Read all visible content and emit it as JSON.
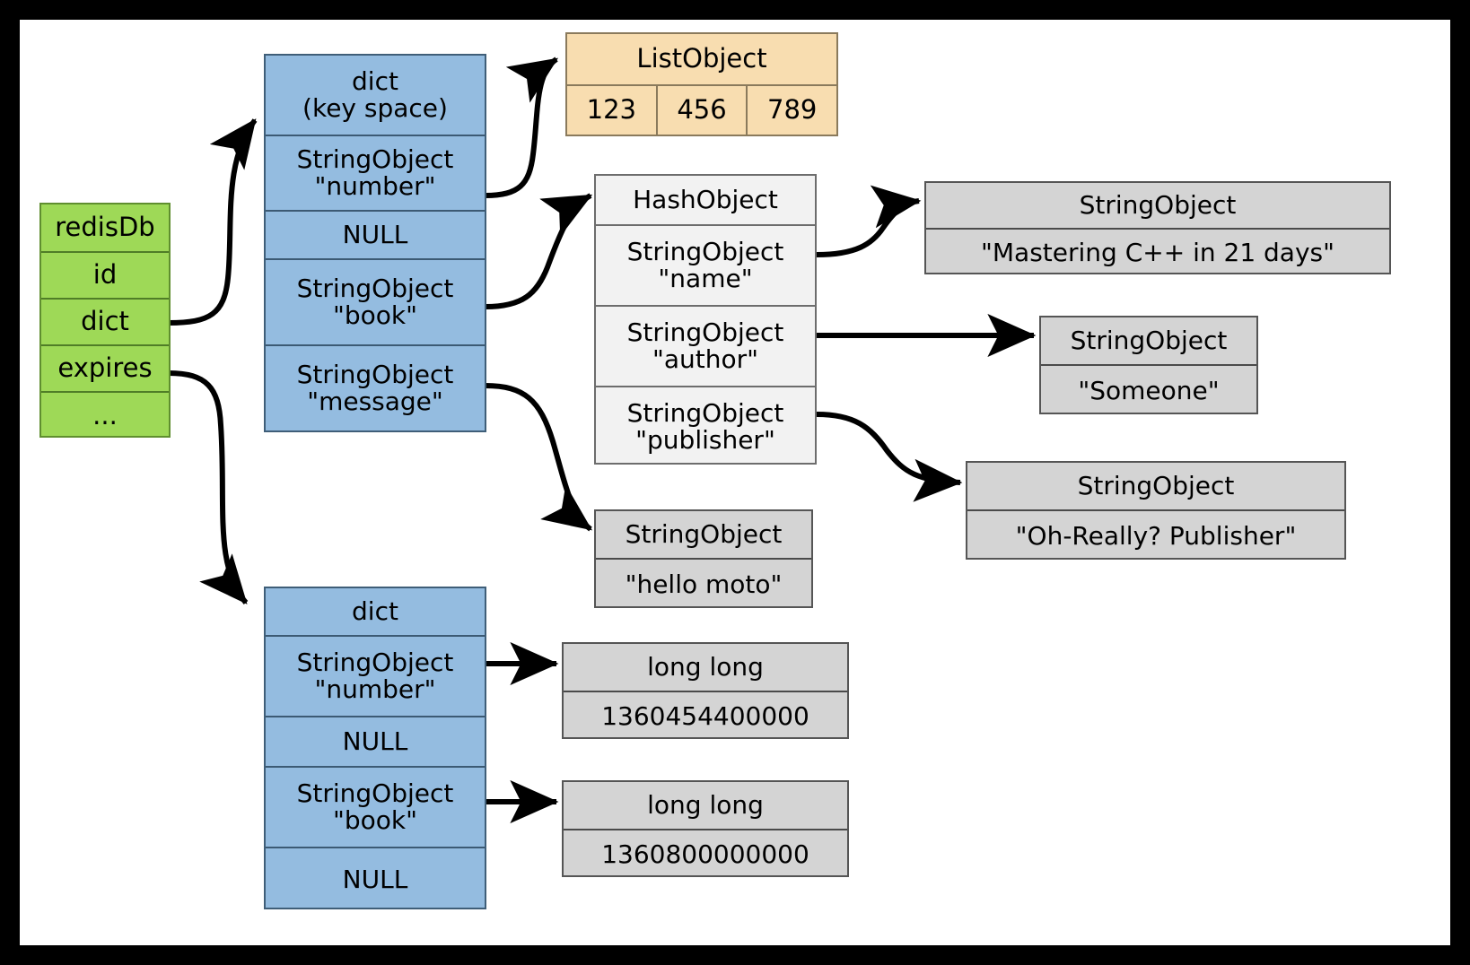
{
  "diagram": {
    "title": "Redis database key space and expires dictionary object graph",
    "colors": {
      "redisdb_fill": "#9ed957",
      "dict_fill": "#94bce0",
      "list_fill": "#f8ddb0",
      "hash_fill": "#f2f2f2",
      "string_fill": "#d4d4d4",
      "canvas_background": "#ffffff",
      "page_background": "#000000",
      "edge_stroke": "#000000"
    },
    "nodes": {
      "redisdb": {
        "name": "redisDb",
        "rows": [
          "redisDb",
          "id",
          "dict",
          "expires",
          "..."
        ]
      },
      "keyspace_dict": {
        "header_line1": "dict",
        "header_line2": "(key space)",
        "rows": [
          {
            "line1": "StringObject",
            "line2": "\"number\""
          },
          {
            "line1": "NULL",
            "line2": ""
          },
          {
            "line1": "StringObject",
            "line2": "\"book\""
          },
          {
            "line1": "StringObject",
            "line2": "\"message\""
          }
        ]
      },
      "expires_dict": {
        "header_line1": "dict",
        "header_line2": "",
        "rows": [
          {
            "line1": "StringObject",
            "line2": "\"number\""
          },
          {
            "line1": "NULL",
            "line2": ""
          },
          {
            "line1": "StringObject",
            "line2": "\"book\""
          },
          {
            "line1": "NULL",
            "line2": ""
          }
        ]
      },
      "list_object": {
        "header": "ListObject",
        "cells": [
          "123",
          "456",
          "789"
        ]
      },
      "hash_object": {
        "header": "HashObject",
        "rows": [
          {
            "line1": "StringObject",
            "line2": "\"name\""
          },
          {
            "line1": "StringObject",
            "line2": "\"author\""
          },
          {
            "line1": "StringObject",
            "line2": "\"publisher\""
          }
        ]
      },
      "string_name": {
        "header": "StringObject",
        "value": "\"Mastering C++ in 21 days\""
      },
      "string_author": {
        "header": "StringObject",
        "value": "\"Someone\""
      },
      "string_publisher": {
        "header": "StringObject",
        "value": "\"Oh-Really? Publisher\""
      },
      "string_message": {
        "header": "StringObject",
        "value": "\"hello moto\""
      },
      "longlong_number": {
        "header": "long long",
        "value": "1360454400000"
      },
      "longlong_book": {
        "header": "long long",
        "value": "1360800000000"
      }
    },
    "edges": [
      {
        "from": "redisdb.dict",
        "to": "keyspace_dict"
      },
      {
        "from": "redisdb.expires",
        "to": "expires_dict"
      },
      {
        "from": "keyspace_dict.number",
        "to": "list_object"
      },
      {
        "from": "keyspace_dict.book",
        "to": "hash_object"
      },
      {
        "from": "keyspace_dict.message",
        "to": "string_message"
      },
      {
        "from": "hash_object.name",
        "to": "string_name"
      },
      {
        "from": "hash_object.author",
        "to": "string_author"
      },
      {
        "from": "hash_object.publisher",
        "to": "string_publisher"
      },
      {
        "from": "expires_dict.number",
        "to": "longlong_number"
      },
      {
        "from": "expires_dict.book",
        "to": "longlong_book"
      }
    ]
  }
}
